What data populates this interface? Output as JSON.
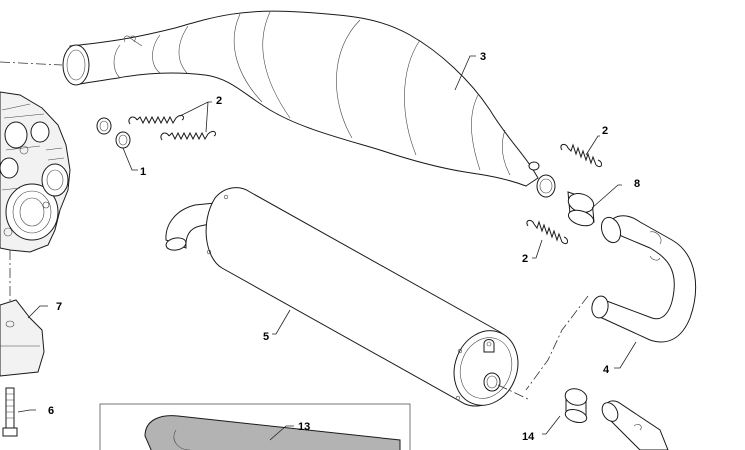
{
  "diagram": {
    "callouts": {
      "c1": "1",
      "c2a": "2",
      "c2b": "2",
      "c2c": "2",
      "c3": "3",
      "c4": "4",
      "c5": "5",
      "c6": "6",
      "c7": "7",
      "c8": "8",
      "c13": "13",
      "c14": "14"
    },
    "colors": {
      "line": "#1a1a1a",
      "part_fill": "#ffffff",
      "shade": "#d9d9d9",
      "background": "#ffffff"
    }
  }
}
